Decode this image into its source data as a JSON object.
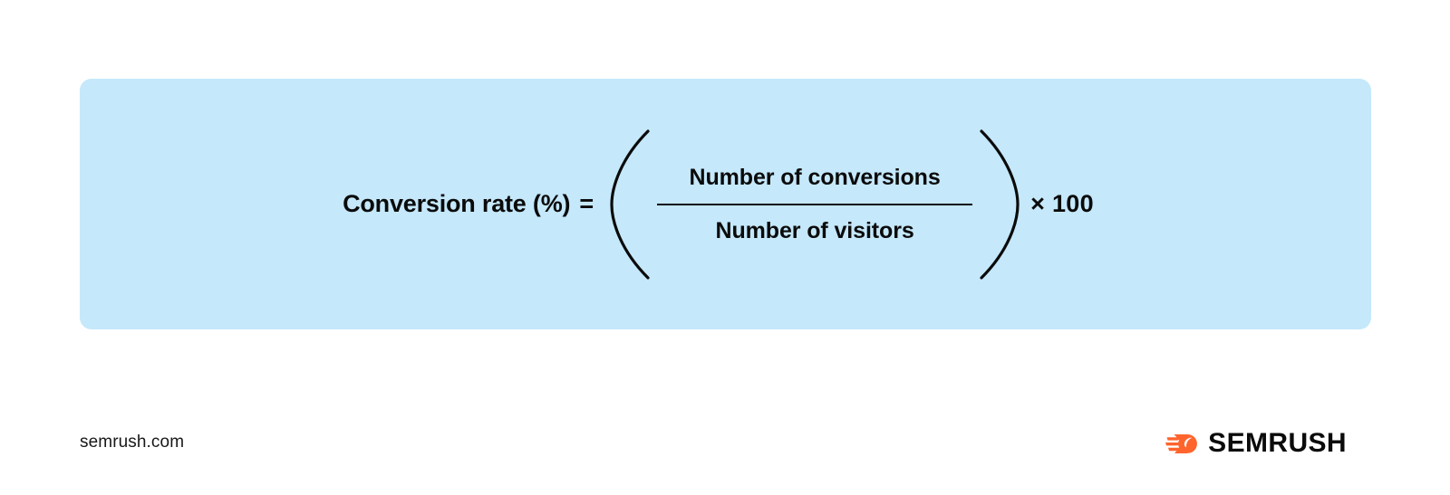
{
  "panel": {
    "background_color": "#c5e8fb",
    "formula": {
      "left_side": "Conversion rate (%)",
      "equals": "=",
      "numerator": "Number of conversions",
      "denominator": "Number of visitors",
      "open_paren": "(",
      "close_paren": ")",
      "multiplier": "× 100"
    }
  },
  "footer": {
    "site_label": "semrush.com",
    "brand_name": "SEMRUSH",
    "brand_color": "#ff642d",
    "text_color": "#0b0b0b"
  }
}
